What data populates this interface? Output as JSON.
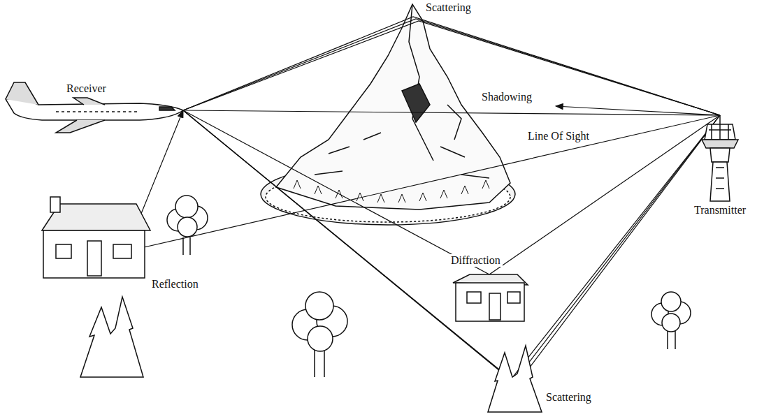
{
  "diagram": {
    "labels": [
      "Scattering",
      "Shadowing",
      "Receiver",
      "Line Of Sight",
      "Transmitter",
      "Diffraction",
      "Reflection",
      "Scattering"
    ]
  }
}
